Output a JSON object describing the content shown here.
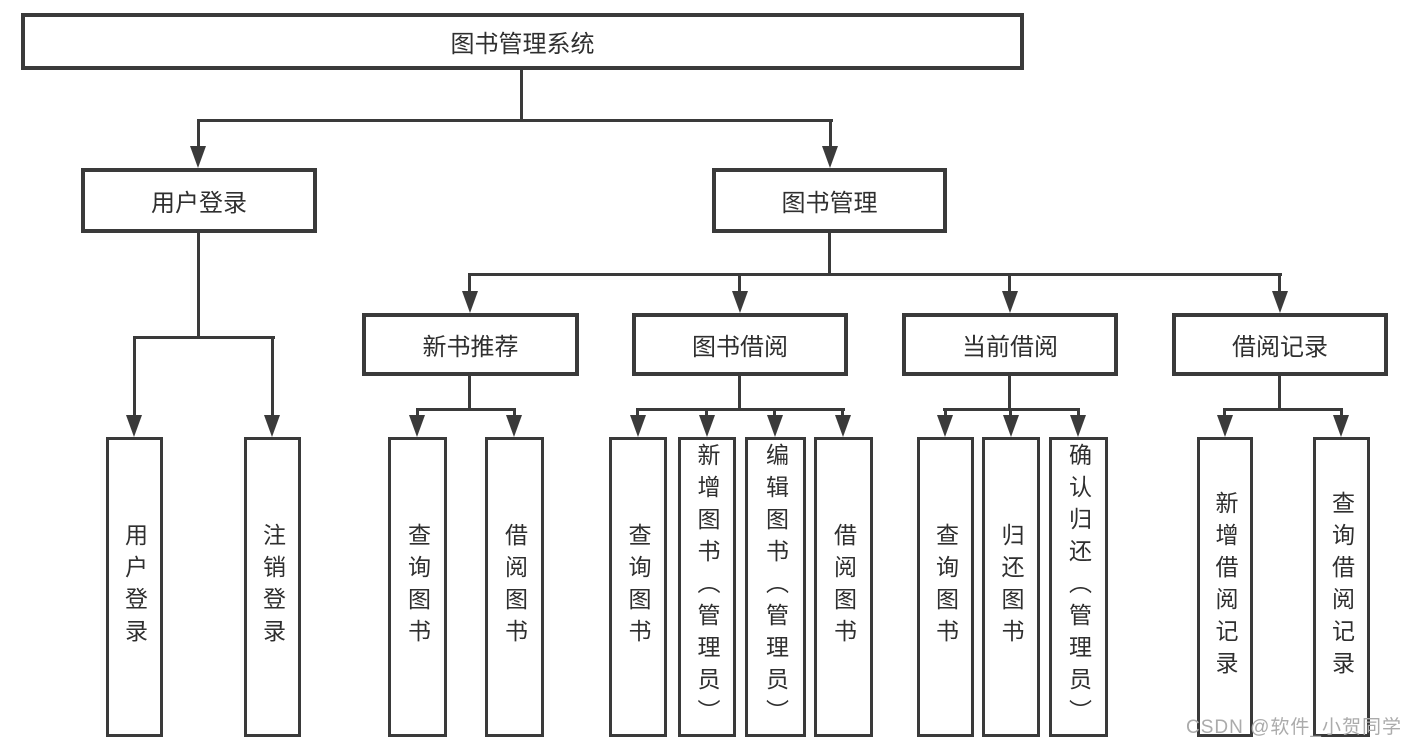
{
  "diagram_title": "图书管理系统",
  "tree": {
    "root": {
      "label": "图书管理系统"
    },
    "user_login_branch": {
      "label": "用户登录",
      "children": [
        {
          "label": "用户登录"
        },
        {
          "label": "注销登录"
        }
      ]
    },
    "book_mgmt_branch": {
      "label": "图书管理",
      "groups": [
        {
          "label": "新书推荐",
          "children": [
            {
              "label": "查询图书"
            },
            {
              "label": "借阅图书"
            }
          ]
        },
        {
          "label": "图书借阅",
          "children": [
            {
              "label": "查询图书"
            },
            {
              "label": "新增图书（管理员）"
            },
            {
              "label": "编辑图书（管理员）"
            },
            {
              "label": "借阅图书"
            }
          ]
        },
        {
          "label": "当前借阅",
          "children": [
            {
              "label": "查询图书"
            },
            {
              "label": "归还图书"
            },
            {
              "label": "确认归还（管理员）"
            }
          ]
        },
        {
          "label": "借阅记录",
          "children": [
            {
              "label": "新增借阅记录"
            },
            {
              "label": "查询借阅记录"
            }
          ]
        }
      ]
    }
  },
  "watermark": "CSDN @软件_小贺同学",
  "colors": {
    "line": "#3a3a3a",
    "text": "#2f2f2f",
    "background": "#ffffff",
    "watermark": "#ababab"
  }
}
